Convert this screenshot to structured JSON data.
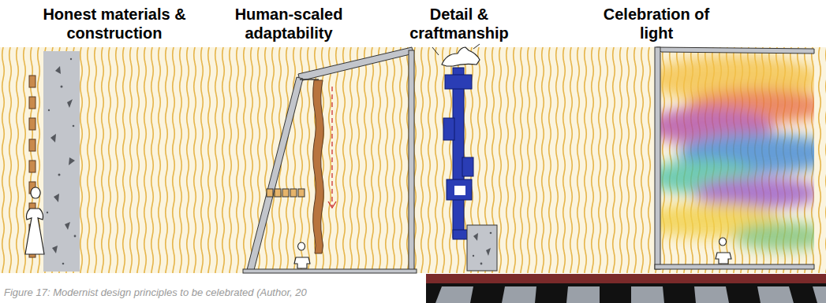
{
  "diagram": {
    "caption": "Figure 17: Modernist design principles to be celebrated (Author, 20",
    "labels": [
      "Honest materials & construction",
      "Human-scaled adaptability",
      "Detail & craftmanship",
      "Celebration of light"
    ]
  }
}
